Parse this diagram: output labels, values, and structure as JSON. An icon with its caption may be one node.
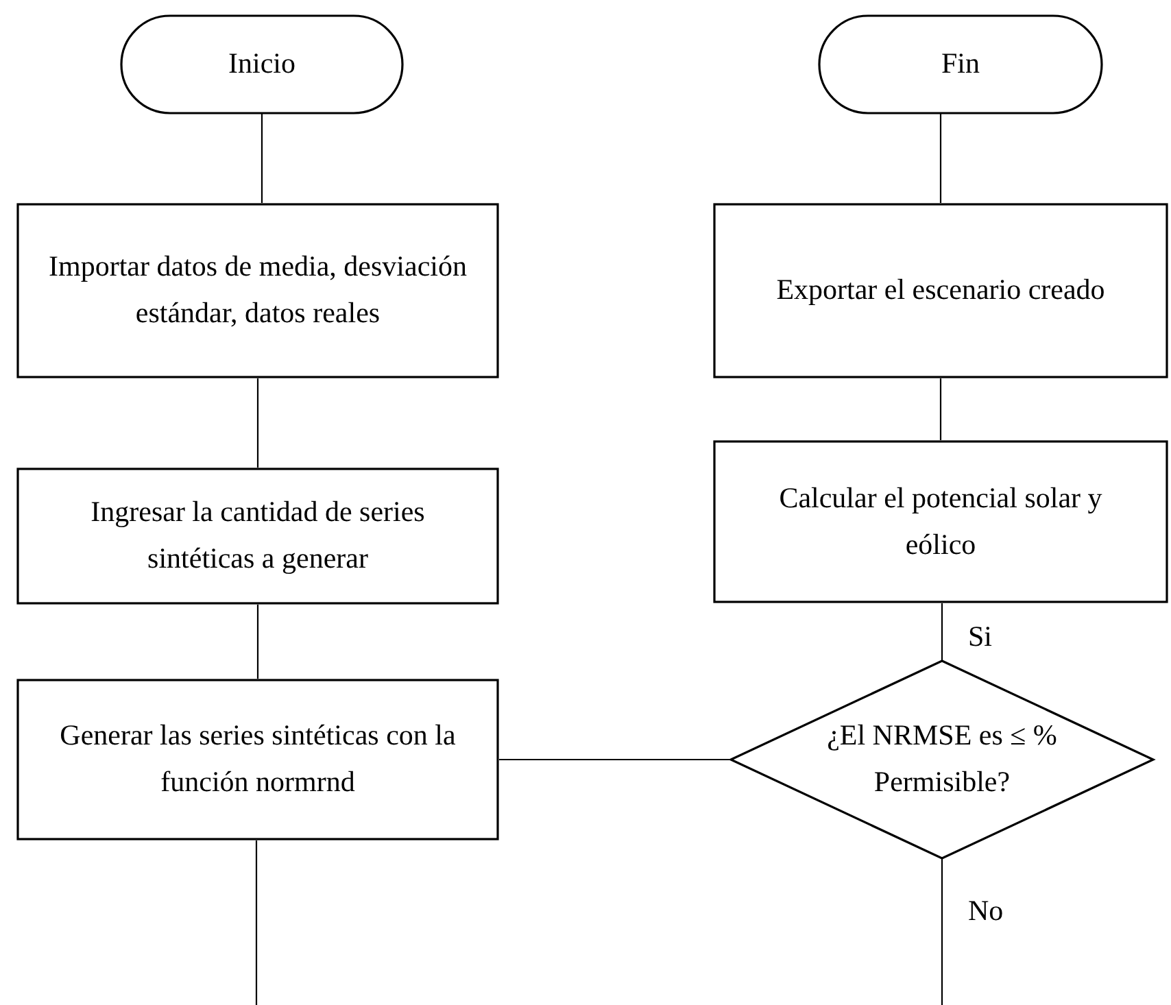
{
  "diagram": {
    "nodes": [
      {
        "text": [
          "Inicio"
        ]
      },
      {
        "text": [
          "Importar datos de media, desviación estándar, datos reales"
        ]
      },
      {
        "text": [
          "Ingresar la cantidad de series sintéticas a generar"
        ]
      },
      {
        "text": [
          "Generar las series sintéticas con la función normrnd"
        ]
      },
      {
        "text": [
          "Fin"
        ]
      },
      {
        "text": [
          "Exportar el escenario creado"
        ]
      },
      {
        "text": [
          "Calcular el potencial solar y eólico"
        ]
      },
      {
        "text": [
          "¿El NRMSE es ≤ % Permisible?"
        ]
      }
    ],
    "edges": [
      {
        "from": 0,
        "to": 1,
        "arrow": "none"
      },
      {
        "from": 1,
        "to": 2,
        "arrow": "none"
      },
      {
        "from": 2,
        "to": 3,
        "arrow": "none"
      },
      {
        "from": 3,
        "to": null,
        "arrow": "none"
      },
      {
        "from": 3,
        "to": 7,
        "arrow": "none"
      },
      {
        "from": 7,
        "to": 6,
        "label": "Si",
        "arrow": "none"
      },
      {
        "from": 6,
        "to": 5,
        "arrow": "none"
      },
      {
        "from": 5,
        "to": 4,
        "arrow": "none"
      },
      {
        "from": 7,
        "to": null,
        "label": "No",
        "arrow": "none"
      }
    ]
  }
}
